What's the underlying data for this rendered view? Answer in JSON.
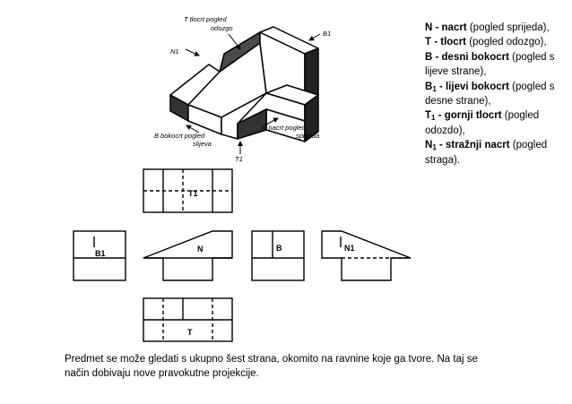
{
  "iso_labels": {
    "top": "T tlocrt pogled",
    "top2": "odozgo",
    "n1": "N1",
    "b1": "B1",
    "left": "B bokocrt pogled",
    "left2": "slijeva",
    "front": "N nacrt pogled",
    "front2": "sprijeda",
    "t1": "T1"
  },
  "views": {
    "t1": "T1",
    "b1": "B1",
    "n": "N",
    "b": "B",
    "n1": "N1",
    "t": "T"
  },
  "legend": [
    {
      "code": "N",
      "sub": "",
      "name": " - nacrt",
      "desc": " (pogled sprijeda),"
    },
    {
      "code": "T",
      "sub": "",
      "name": " - tlocrt",
      "desc": " (pogled odozgo),"
    },
    {
      "code": "B",
      "sub": "",
      "name": " - desni bokocrt",
      "desc": " (pogled s lijeve strane),"
    },
    {
      "code": "B",
      "sub": "1",
      "name": " - lijevi bokocrt",
      "desc": " (pogled s desne strane),"
    },
    {
      "code": "T",
      "sub": "1",
      "name": " - gornji tlocrt",
      "desc": " (pogled odozdo),"
    },
    {
      "code": "N",
      "sub": "1",
      "name": " - stražnji nacrt",
      "desc": " (pogled straga)."
    }
  ],
  "caption": "Predmet se može gledati s ukupno šest strana, okomito na ravnine koje ga tvore. Na taj se način dobivaju nove pravokutne projekcije."
}
